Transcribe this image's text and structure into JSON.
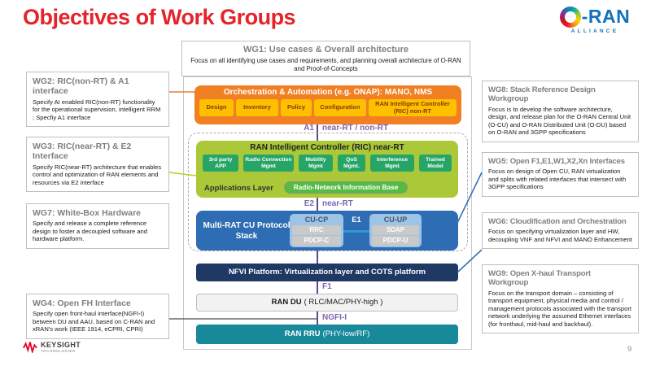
{
  "slide": {
    "title": "Objectives of Work Groups",
    "page_number": "9"
  },
  "logos": {
    "oran": {
      "wordmark": "-RAN",
      "alliance": "ALLIANCE"
    },
    "keysight": {
      "name": "KEYSIGHT",
      "subtitle": "TECHNOLOGIES"
    }
  },
  "workgroups": {
    "wg1": {
      "title": "WG1: Use cases & Overall architecture",
      "body": "Focus on all identifying use cases and requirements, and planning overall architecture of O-RAN and Proof-of-Concepts"
    },
    "wg2": {
      "title": "WG2: RIC(non-RT) & A1 interface",
      "body": "Specify AI enabled RIC(non-RT) functionality for the operational supervision, intelligent RRM ; Specfiy A1 interface"
    },
    "wg3": {
      "title": "WG3: RIC(near-RT) & E2 Interface",
      "body": "Specify RIC(near-RT) architecture that enables control and optimization of RAN elements and resources via E2 interface"
    },
    "wg7": {
      "title": "WG7: White-Box Hardware",
      "body": "Specify and release a complete reference design to foster a decoupled software and hardware platform."
    },
    "wg4": {
      "title": "WG4: Open FH Interface",
      "body": "Specify open front-haul interface(NGFI-I) between DU and AAU, based on C-RAN and xRAN's work (IEEE 1914, eCPRI, CPRI)"
    },
    "wg8": {
      "title": "WG8: Stack Reference Design Workgroup",
      "body": "Focus is to develop the software architecture, design, and release plan for the O-RAN Central Unit (O-CU) and O-RAN Distributed Unit (O-DU) based on O-RAN and 3GPP specifications"
    },
    "wg5": {
      "title": "WG5: Open F1,E1,W1,X2,Xn Interfaces",
      "body": "Focus on design of Open CU, RAN virtualization and splits with related interfaces that intersect with 3GPP specifications"
    },
    "wg6": {
      "title": "WG6: Cloudification and Orchestration",
      "body": "Focus on specifying virtualization layer and HW, decoupling VNF and NFVI and MANO Enhancement"
    },
    "wg9": {
      "title": "WG9: Open X-haul Transport Workgroup",
      "body": "Focus on the transport domain – consisting of transport equipment, physical media and control / management protocols associated with the transport network underlying the assumed Ethernet interfaces (for fronthaul, mid-haul and backhaul)."
    }
  },
  "diagram": {
    "orchestration": {
      "title": "Orchestration & Automation (e.g. ONAP): MANO, NMS",
      "chips": [
        "Design",
        "Inventory",
        "Policy",
        "Configuration"
      ],
      "ric_non_rt": "RAN Intelligent Controller (RIC) non-RT"
    },
    "ric_near_rt": {
      "title": "RAN Intelligent Controller (RIC) near-RT",
      "chips": [
        "3rd party APP",
        "Radio Connection Mgmt",
        "Mobility Mgmt",
        "QoS Mgmt.",
        "Interference Mgmt",
        "Trained Model"
      ],
      "applications_layer": "Applications Layer",
      "rnib": "Radio-Network Information Base"
    },
    "cu_stack": {
      "title": "Multi-RAT CU Protocol Stack",
      "cu_cp": {
        "title": "CU-CP",
        "items": [
          "RRC",
          "PDCP-C"
        ]
      },
      "cu_up": {
        "title": "CU-UP",
        "items": [
          "SDAP",
          "PDCP-U"
        ]
      }
    },
    "nfvi": {
      "title": "NFVI Platform: Virtualization layer and COTS platform"
    },
    "ran_du": {
      "bold": "RAN DU",
      "rest": "( RLC/MAC/PHY-high )"
    },
    "ran_rru": {
      "bold": "RAN RRU",
      "rest": "(PHY-low/RF)"
    },
    "interfaces": {
      "a1": "A1",
      "a1_scope": "near-RT / non-RT",
      "e2": "E2",
      "e2_scope": "near-RT",
      "e1": "E1",
      "f1": "F1",
      "ngfi": "NGFI-I"
    }
  },
  "colors": {
    "title_red": "#E5232B",
    "oran_blue": "#1272BA",
    "orchestration_orange": "#F08023",
    "chip_yellow": "#FFC000",
    "ric_green": "#AAC837",
    "chip_green": "#27A567",
    "rnib_green": "#55BB44",
    "cu_blue": "#2E6DB4",
    "cu_light_blue": "#9DC3E6",
    "nfvi_navy": "#1F3864",
    "rru_teal": "#17899B",
    "interface_purple": "#7C66AE",
    "keysight_red": "#E90029"
  }
}
